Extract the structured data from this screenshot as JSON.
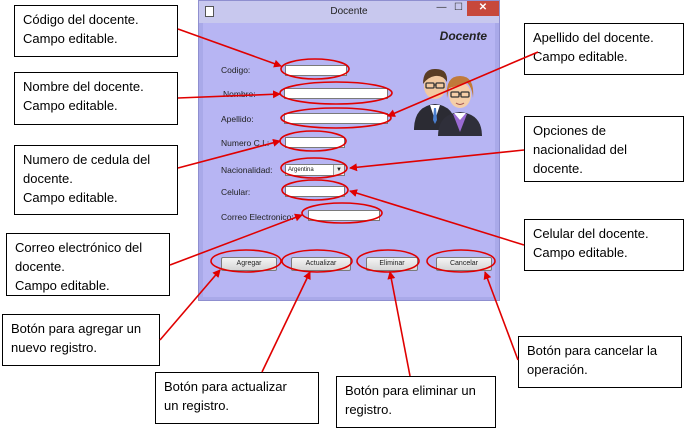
{
  "window": {
    "title": "Docente",
    "min_glyph": "—",
    "max_glyph": "☐",
    "close_glyph": "✕",
    "heading": "Docente"
  },
  "form": {
    "labels": {
      "codigo": "Codigo:",
      "nombre": "Nombre:",
      "apellido": "Apellido:",
      "numero_ci": "Numero C.I.:",
      "nacionalidad": "Nacionalidad:",
      "celular": "Celular:",
      "correo": "Correo Electronico:"
    },
    "nacionalidad_selected": "Argentina",
    "buttons": {
      "agregar": "Agregar",
      "actualizar": "Actualizar",
      "eliminar": "Eliminar",
      "cancelar": "Cancelar"
    },
    "icon_name": "users-icon"
  },
  "callouts": {
    "codigo": [
      "Código del docente.",
      "Campo editable."
    ],
    "nombre": [
      "Nombre del docente.",
      "Campo editable."
    ],
    "cedula": [
      "Numero de cedula del",
      "docente.",
      "Campo editable."
    ],
    "correo": [
      "Correo electrónico del",
      "docente.",
      "Campo editable."
    ],
    "agregar": [
      "Botón para agregar un",
      "nuevo registro."
    ],
    "actualizar": [
      "Botón para actualizar",
      "un registro."
    ],
    "eliminar": [
      "Botón para eliminar un",
      "registro."
    ],
    "cancelar": [
      "Botón para cancelar la",
      "operación."
    ],
    "apellido": [
      "Apellido del docente.",
      "Campo editable."
    ],
    "nacionalidad": [
      "Opciones de",
      "nacionalidad del",
      "docente."
    ],
    "celular": [
      "Celular del docente.",
      "Campo editable."
    ]
  },
  "colors": {
    "window_bg": "#b7b5f3",
    "annotation_red": "#e00000",
    "close_red": "#c7483b"
  }
}
